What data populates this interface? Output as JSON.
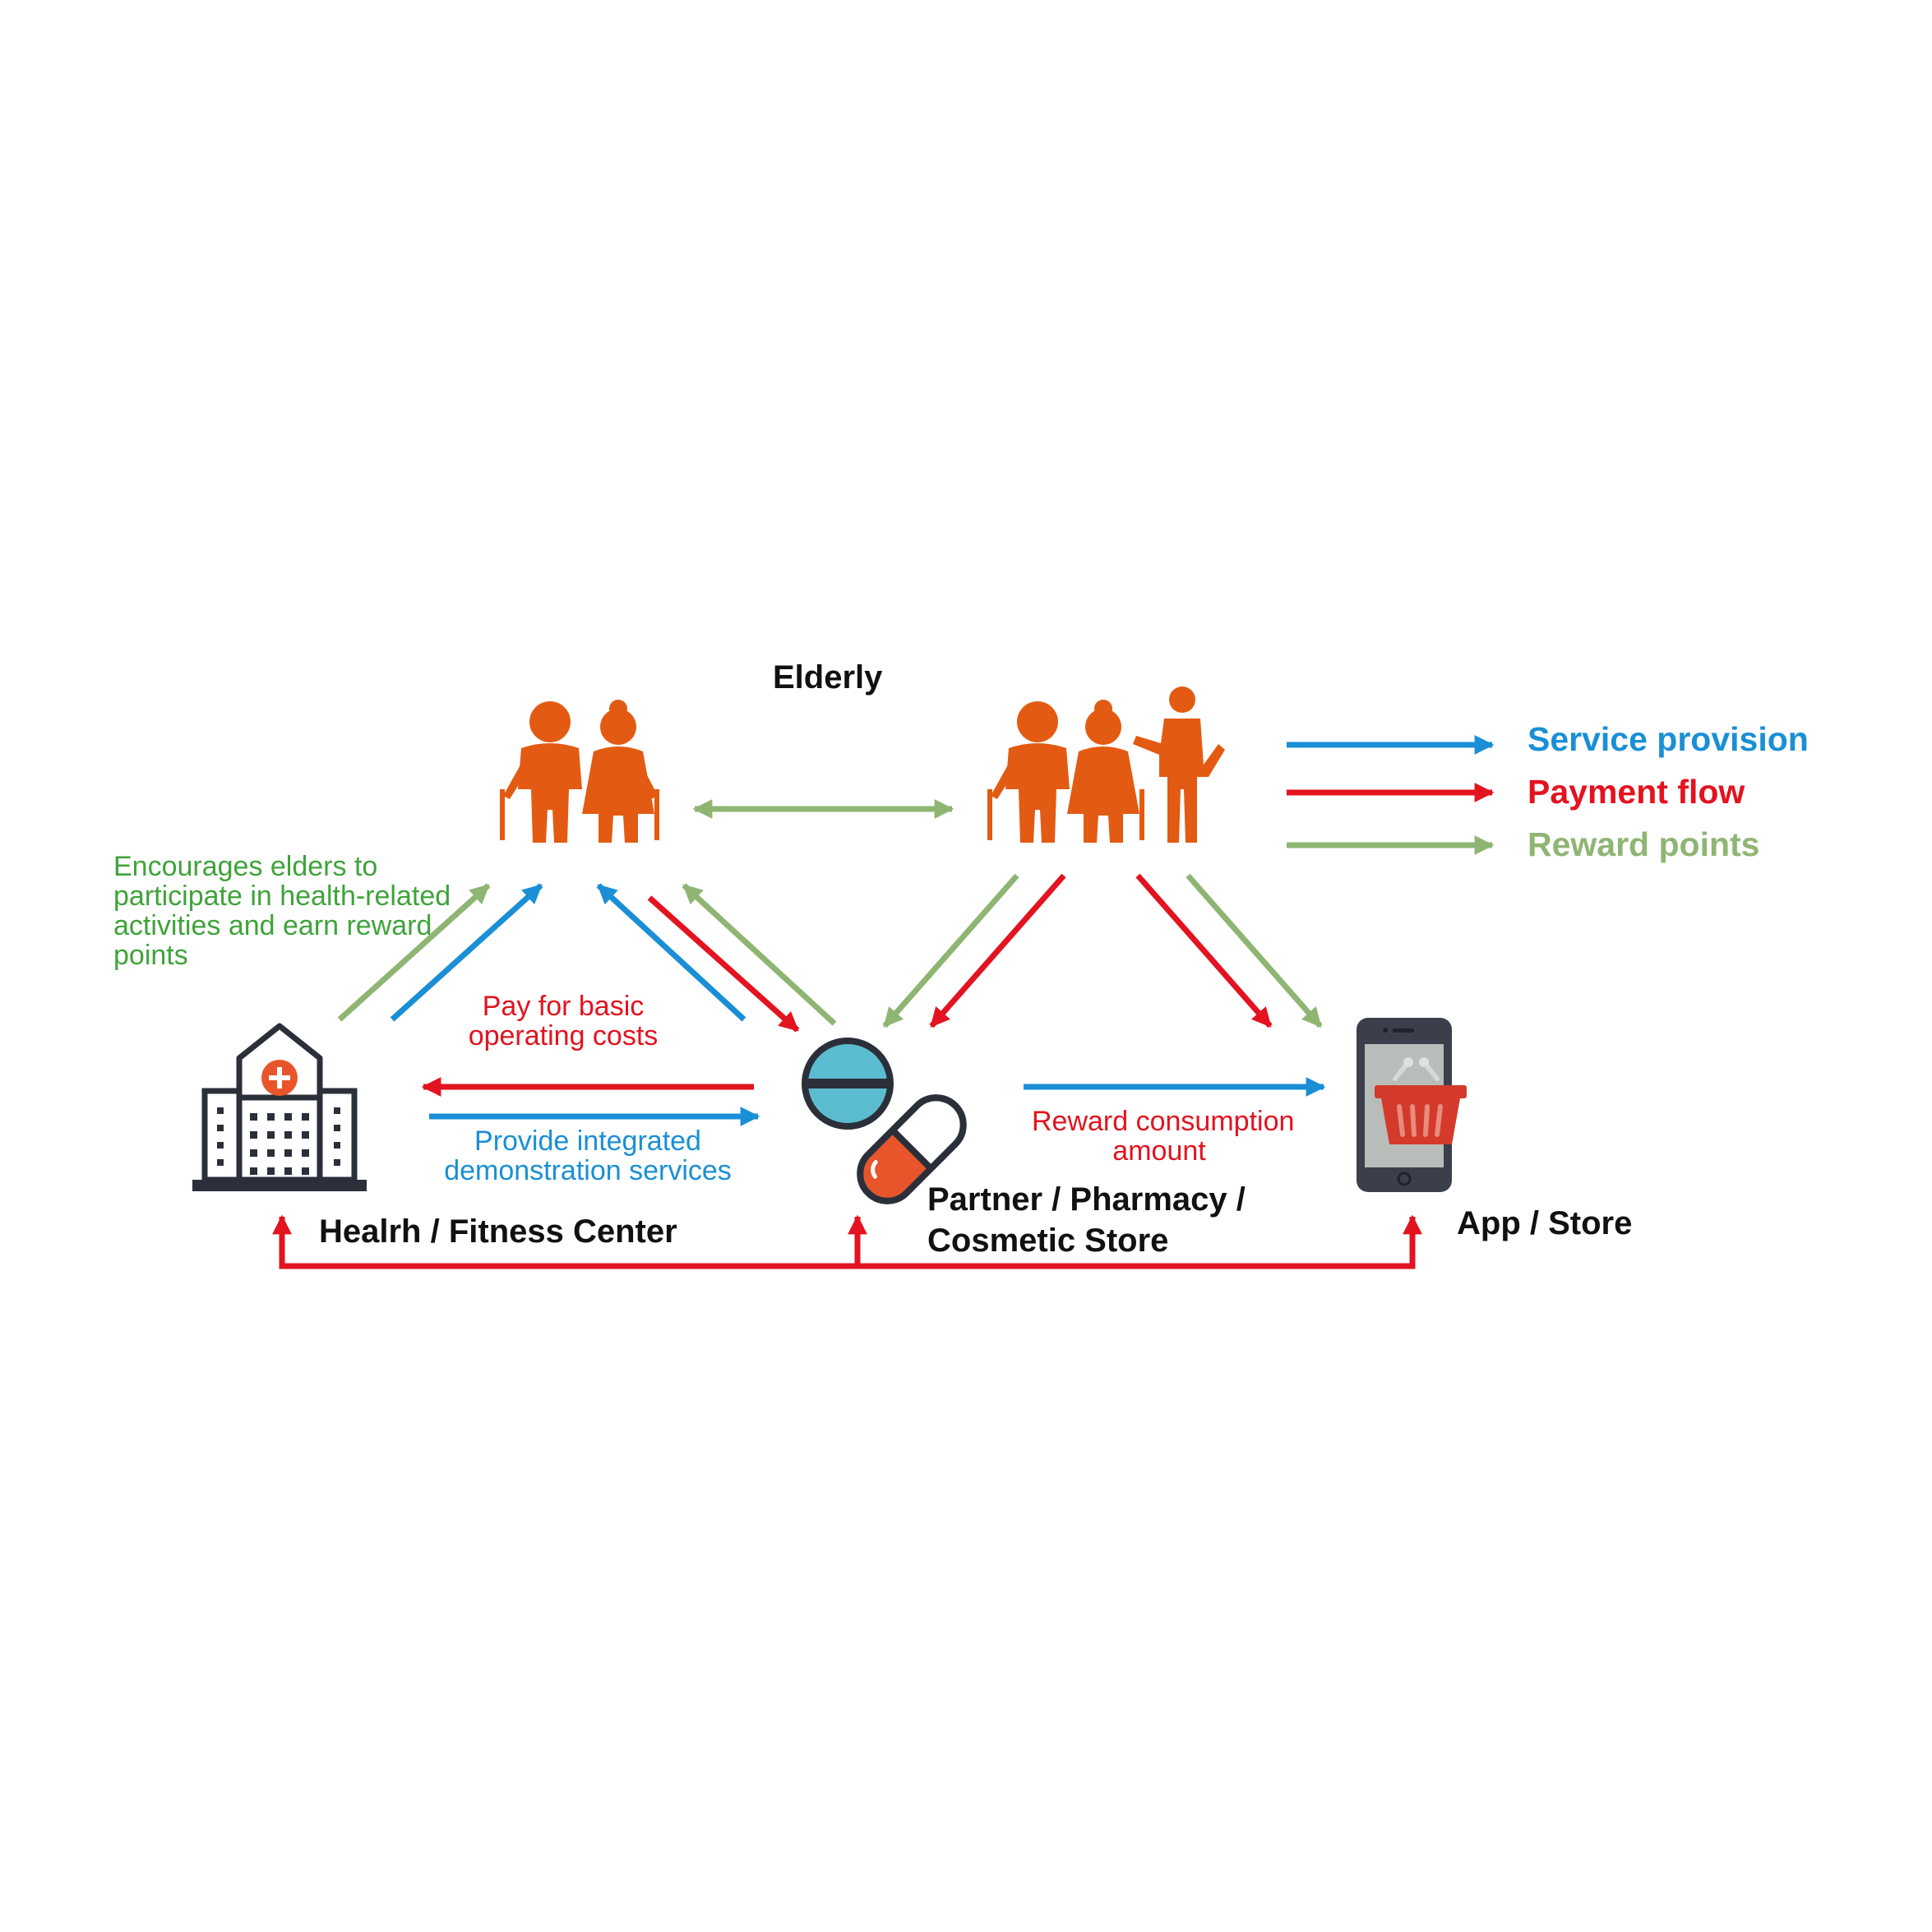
{
  "title": "Elderly",
  "nodes": {
    "health_center": "Healrh / Fitness Center",
    "partner_line1": "Partner / Pharmacy /",
    "partner_line2": "Cosmetic Store",
    "app_store": "App / Store"
  },
  "legend": [
    {
      "label": "Service provision",
      "color": "#1A8FD6"
    },
    {
      "label": "Payment flow",
      "color": "#E3131F"
    },
    {
      "label": "Reward points",
      "color": "#8FB573"
    }
  ],
  "annotations": {
    "encourage": [
      "Encourages elders to",
      "participate in health-related",
      "activities and earn reward",
      "points"
    ],
    "pay_basic": [
      "Pay for basic",
      "operating costs"
    ],
    "provide": [
      "Provide integrated",
      "demonstration services"
    ],
    "reward_consumption": [
      "Reward consumption",
      "amount"
    ]
  },
  "colors": {
    "blue": "#1A8FD6",
    "red": "#E3131F",
    "green": "#8FB573",
    "green_text": "#3FA33A",
    "orange": "#E35B12",
    "dark": "#2B2F3A"
  },
  "icons": [
    "elderly-couple-icon",
    "elderly-family-icon",
    "hospital-icon",
    "pill-icon",
    "smartphone-basket-icon"
  ]
}
